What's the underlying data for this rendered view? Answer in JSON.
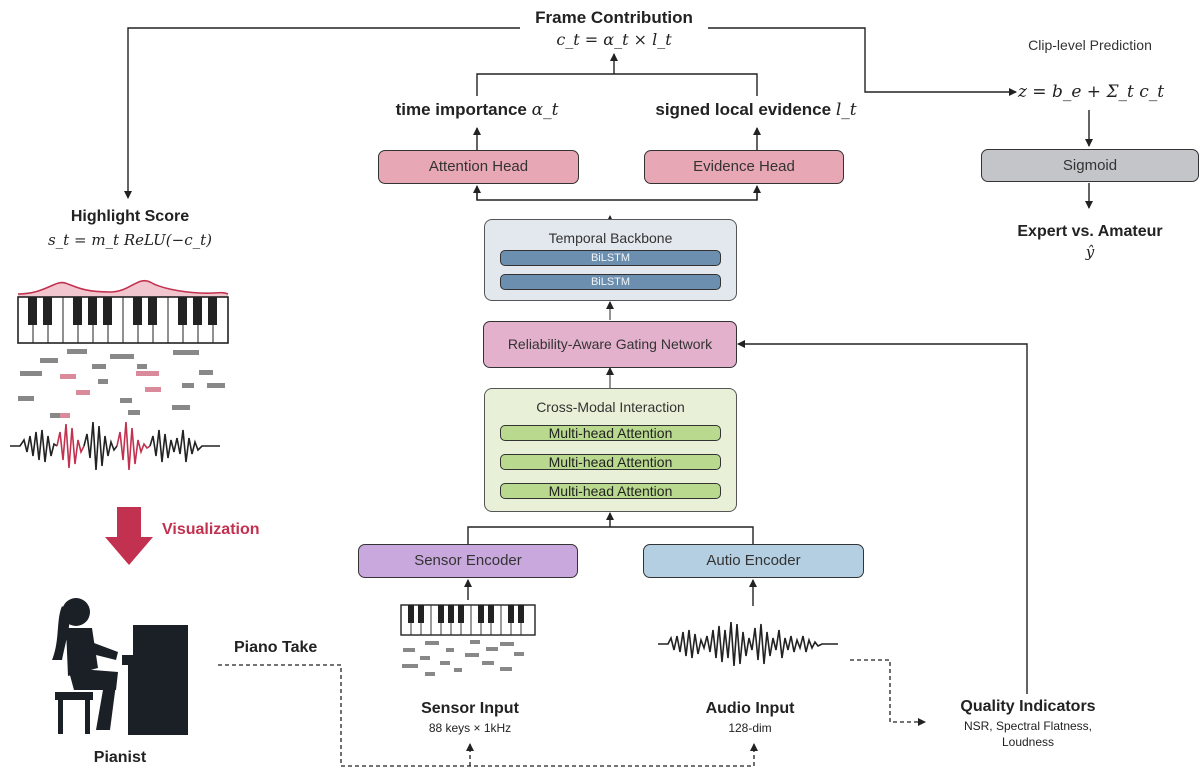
{
  "frame_contribution": {
    "title": "Frame Contribution",
    "formula": "c_t = α_t × l_t"
  },
  "time_importance": {
    "label": "time importance",
    "symbol": "α_t"
  },
  "local_evidence": {
    "label": "signed local evidence",
    "symbol": "l_t"
  },
  "attention_head": "Attention Head",
  "evidence_head": "Evidence Head",
  "temporal_backbone": {
    "title": "Temporal Backbone",
    "layers": [
      "BiLSTM",
      "BiLSTM"
    ]
  },
  "gating": "Reliability-Aware Gating Network",
  "cross_modal": {
    "title": "Cross-Modal Interaction",
    "layers": [
      "Multi-head Attention",
      "Multi-head Attention",
      "Multi-head Attention"
    ]
  },
  "sensor_encoder": "Sensor Encoder",
  "audio_encoder": "Autio Encoder",
  "sensor_input": {
    "title": "Sensor Input",
    "detail": "88 keys × 1kHz"
  },
  "audio_input": {
    "title": "Audio Input",
    "detail": "128-dim"
  },
  "quality": {
    "title": "Quality Indicators",
    "detail_line1": "NSR, Spectral Flatness,",
    "detail_line2": "Loudness"
  },
  "clip_level": {
    "title": "Clip-level Prediction",
    "formula": "z = b_e + Σ_t c_t"
  },
  "sigmoid": "Sigmoid",
  "output": {
    "title": "Expert vs. Amateur",
    "symbol": "ŷ"
  },
  "highlight": {
    "title": "Highlight Score",
    "formula": "s_t = m_t ReLU(−c_t)"
  },
  "visualization": "Visualization",
  "piano_take": "Piano Take",
  "pianist": "Pianist",
  "colors": {
    "head_fill": "#e8a7b4",
    "gating_fill": "#e3b1cc",
    "backbone_panel": "#e3e8ee",
    "bilstm_fill": "#6c8fb0",
    "cross_panel": "#e8f1d8",
    "mha_fill": "#b9d98e",
    "sensor_fill": "#c9a8de",
    "audio_fill": "#b4cfe2",
    "sigmoid_fill": "#c3c5c8",
    "accent_red": "#c2314f"
  }
}
